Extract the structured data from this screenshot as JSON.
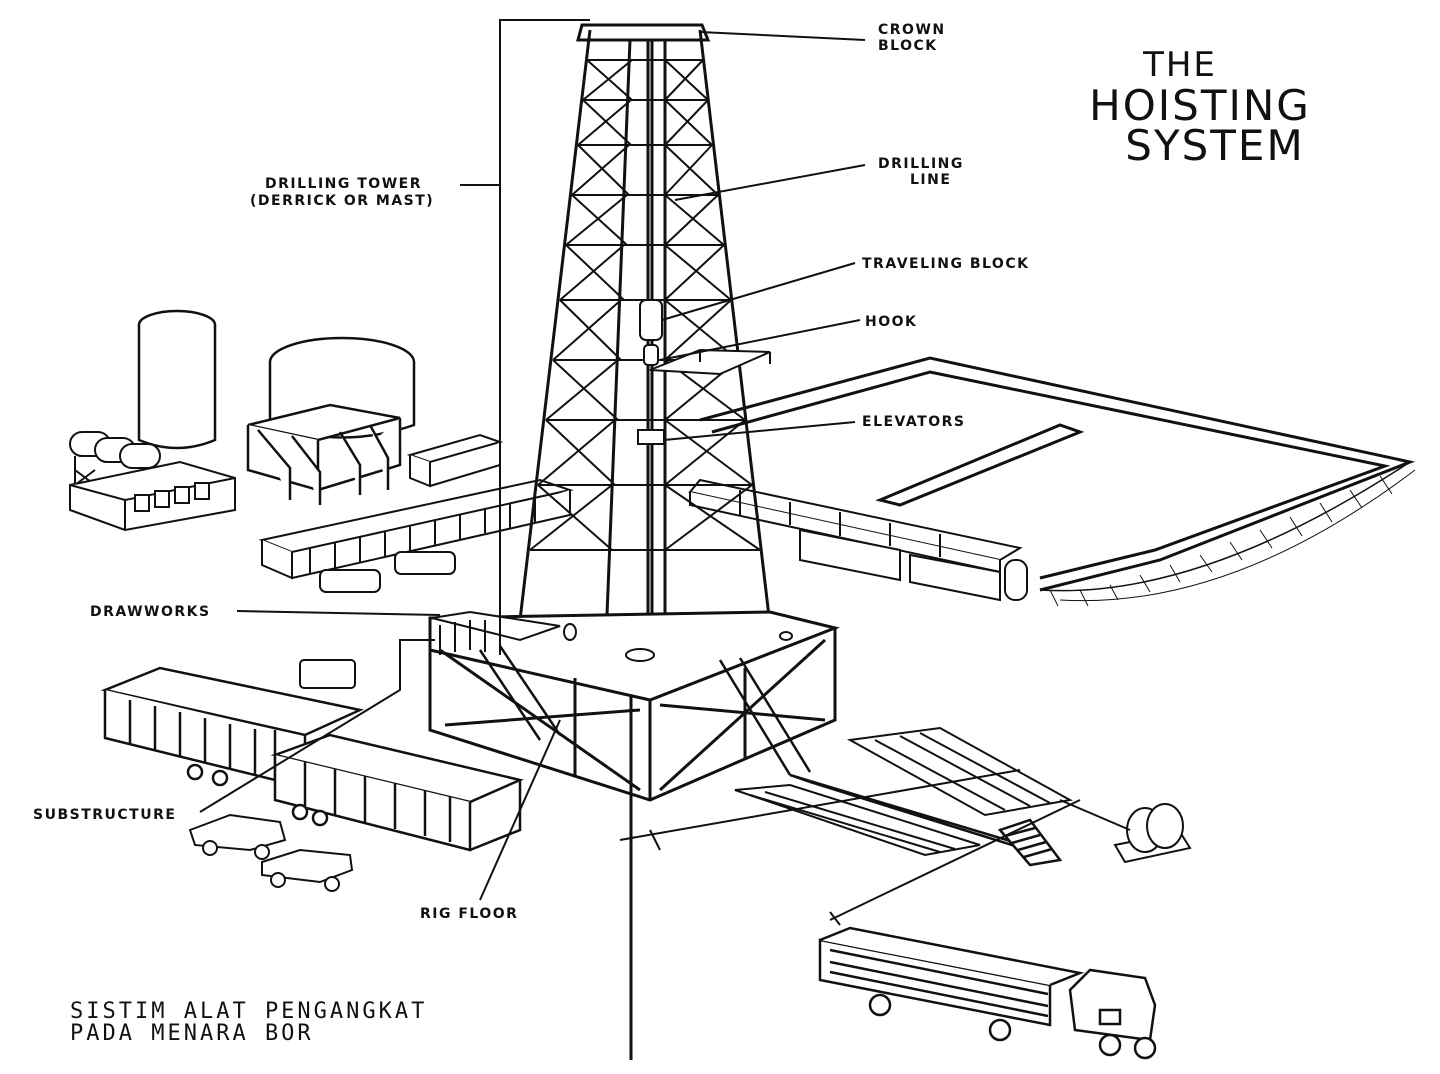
{
  "title": {
    "line1": "THE",
    "line2": "HOISTING",
    "line3": "SYSTEM"
  },
  "labels": {
    "crown_block_1": "CROWN",
    "crown_block_2": "BLOCK",
    "drilling_line_1": "DRILLING",
    "drilling_line_2": "LINE",
    "drilling_tower_1": "DRILLING TOWER",
    "drilling_tower_2": "(DERRICK OR MAST)",
    "traveling_block": "TRAVELING BLOCK",
    "hook": "HOOK",
    "elevators": "ELEVATORS",
    "drawworks": "DRAWWORKS",
    "substructure": "SUBSTRUCTURE",
    "rig_floor": "RIG FLOOR"
  },
  "caption": {
    "line1": "SISTIM ALAT PENGANGKAT",
    "line2": "PADA MENARA BOR"
  }
}
